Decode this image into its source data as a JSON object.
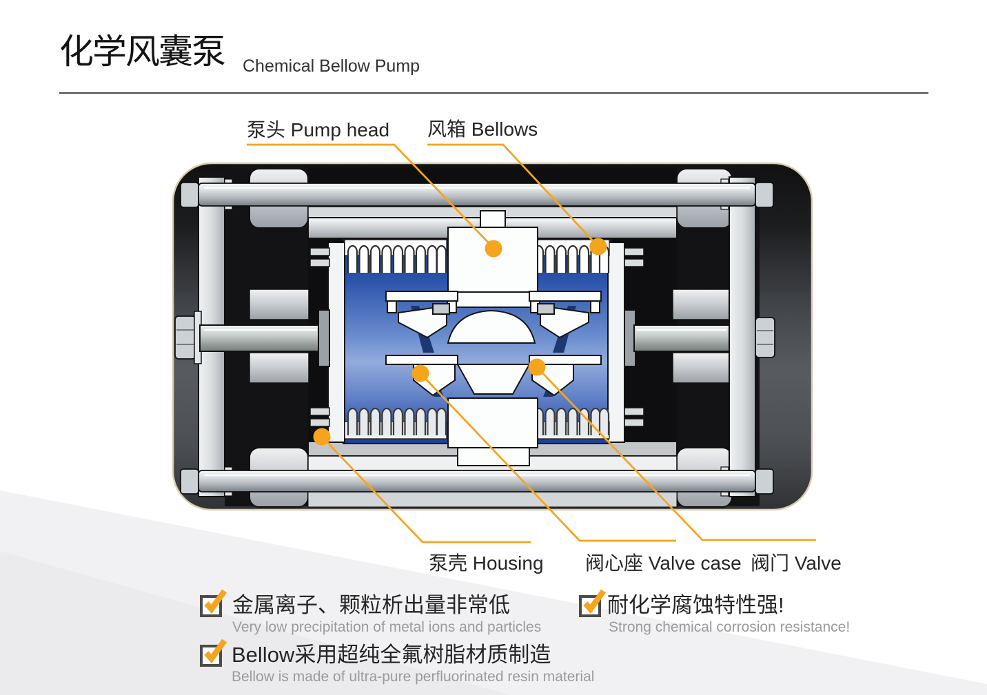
{
  "title": {
    "zh": "化学风囊泵",
    "en": "Chemical Bellow Pump"
  },
  "diagram": {
    "labels": [
      {
        "id": "pump-head",
        "zh": "泵头",
        "en": "Pump head"
      },
      {
        "id": "bellows",
        "zh": "风箱",
        "en": "Bellows"
      },
      {
        "id": "housing",
        "zh": "泵壳",
        "en": "Housing"
      },
      {
        "id": "valve-case",
        "zh": "阀心座",
        "en": "Valve case"
      },
      {
        "id": "valve",
        "zh": "阀门",
        "en": "Valve"
      }
    ]
  },
  "features": [
    {
      "zh": "金属离子、颗粒析出量非常低",
      "en": "Very low precipitation of metal ions and particles"
    },
    {
      "zh": "耐化学腐蚀特性强!",
      "en": "Strong chemical corrosion resistance!"
    },
    {
      "zh": "Bellow采用超纯全氟树脂材质制造",
      "en": "Bellow is made of ultra-pure perfluorinated resin material"
    }
  ],
  "colors": {
    "accent": "#F5A41E",
    "blue": "#2c54ab",
    "body_outline": "#d8ccae"
  }
}
